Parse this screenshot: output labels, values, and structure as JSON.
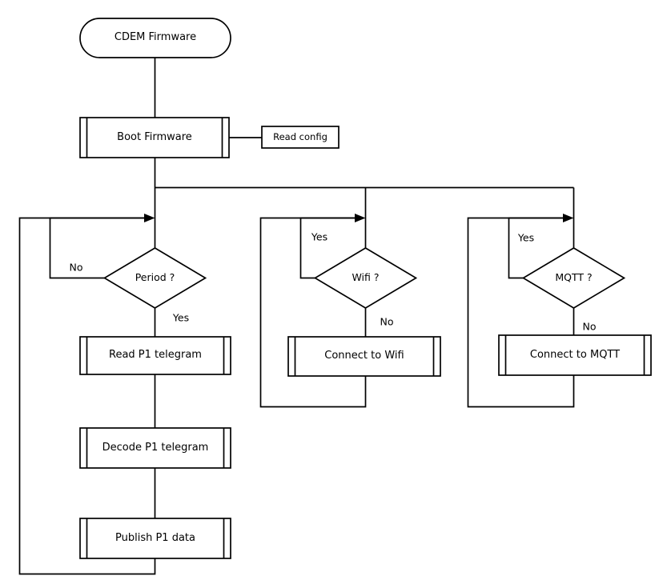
{
  "diagram": {
    "type": "flowchart",
    "colors": {
      "stroke": "#000000",
      "background": "#ffffff",
      "text": "#000000"
    },
    "nodes": {
      "cdem": {
        "label": "CDEM Firmware",
        "shape": "terminator"
      },
      "boot": {
        "label": "Boot Firmware",
        "shape": "predefined-process"
      },
      "read_config": {
        "label": "Read config",
        "shape": "process"
      },
      "period": {
        "label": "Period ?",
        "shape": "decision"
      },
      "read_p1": {
        "label": "Read P1 telegram",
        "shape": "predefined-process"
      },
      "decode_p1": {
        "label": "Decode P1 telegram",
        "shape": "predefined-process"
      },
      "publish_p1": {
        "label": "Publish P1 data",
        "shape": "predefined-process"
      },
      "wifi": {
        "label": "Wifi ?",
        "shape": "decision"
      },
      "connect_wifi": {
        "label": "Connect to Wifi",
        "shape": "predefined-process"
      },
      "mqtt": {
        "label": "MQTT ?",
        "shape": "decision"
      },
      "connect_mqtt": {
        "label": "Connect to MQTT",
        "shape": "predefined-process"
      }
    },
    "edge_labels": {
      "period_no": "No",
      "period_yes": "Yes",
      "wifi_yes": "Yes",
      "wifi_no": "No",
      "mqtt_yes": "Yes",
      "mqtt_no": "No"
    }
  }
}
